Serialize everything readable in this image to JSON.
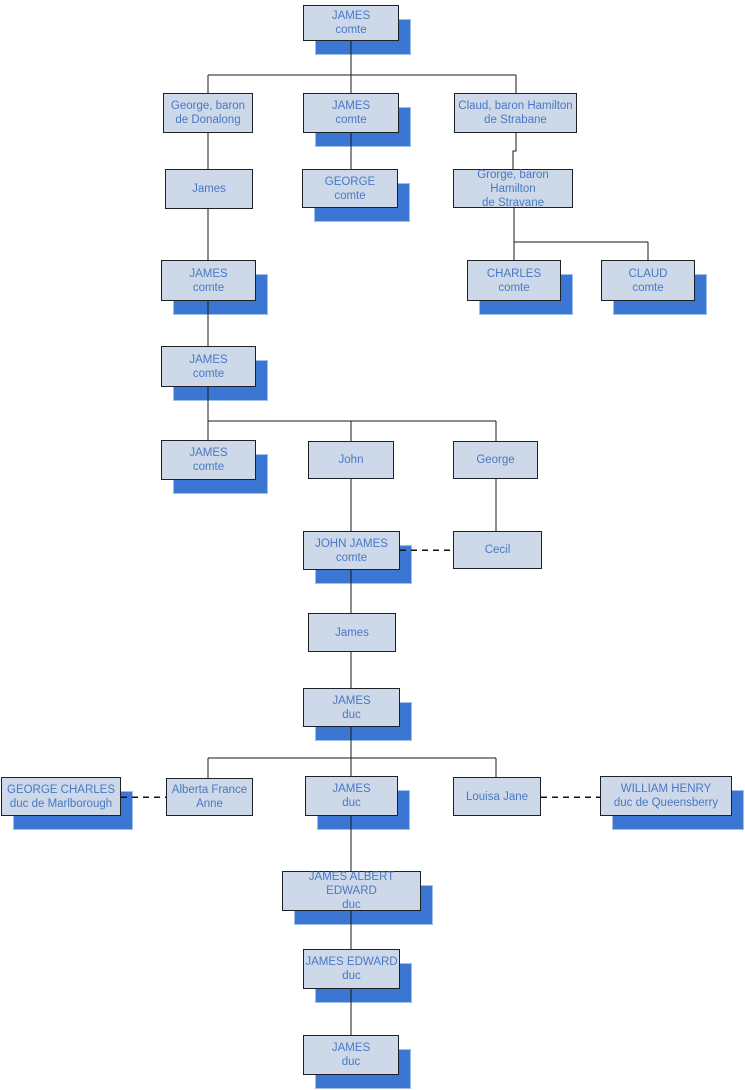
{
  "colors": {
    "background": "#ffffff",
    "box_fill": "#cdd9e8",
    "box_border": "#1d2025",
    "box_shadow": "#3a76d2",
    "box_shadow_edge": "#9fc0e8",
    "text": "#4a78c4",
    "connector_line": "#1a1a1a"
  },
  "nodes": [
    {
      "line1": "JAMES",
      "line2": "comte"
    },
    {
      "line1": "George, baron",
      "line2": "de Donalong"
    },
    {
      "line1": "JAMES",
      "line2": "comte"
    },
    {
      "line1": "Claud, baron Hamilton",
      "line2": "de Strabane"
    },
    {
      "line1": "James"
    },
    {
      "line1": "GEORGE",
      "line2": "comte"
    },
    {
      "line1": "Grorge, baron Hamilton",
      "line2": "de Stravane"
    },
    {
      "line1": "JAMES",
      "line2": "comte"
    },
    {
      "line1": "CHARLES",
      "line2": "comte"
    },
    {
      "line1": "CLAUD",
      "line2": "comte"
    },
    {
      "line1": "JAMES",
      "line2": "comte"
    },
    {
      "line1": "JAMES",
      "line2": "comte"
    },
    {
      "line1": "John"
    },
    {
      "line1": "George"
    },
    {
      "line1": "JOHN JAMES",
      "line2": "comte"
    },
    {
      "line1": "Cecil"
    },
    {
      "line1": "James"
    },
    {
      "line1": "JAMES",
      "line2": "duc"
    },
    {
      "line1": "GEORGE CHARLES",
      "line2": "duc de Marlborough"
    },
    {
      "line1": "Alberta France",
      "line2": "Anne"
    },
    {
      "line1": "JAMES",
      "line2": "duc"
    },
    {
      "line1": "Louisa Jane"
    },
    {
      "line1": "WILLIAM HENRY",
      "line2": "duc de Queensberry"
    },
    {
      "line1": "JAMES ALBERT EDWARD",
      "line2": "duc"
    },
    {
      "line1": "JAMES EDWARD",
      "line2": "duc"
    },
    {
      "line1": "JAMES",
      "line2": "duc"
    }
  ]
}
